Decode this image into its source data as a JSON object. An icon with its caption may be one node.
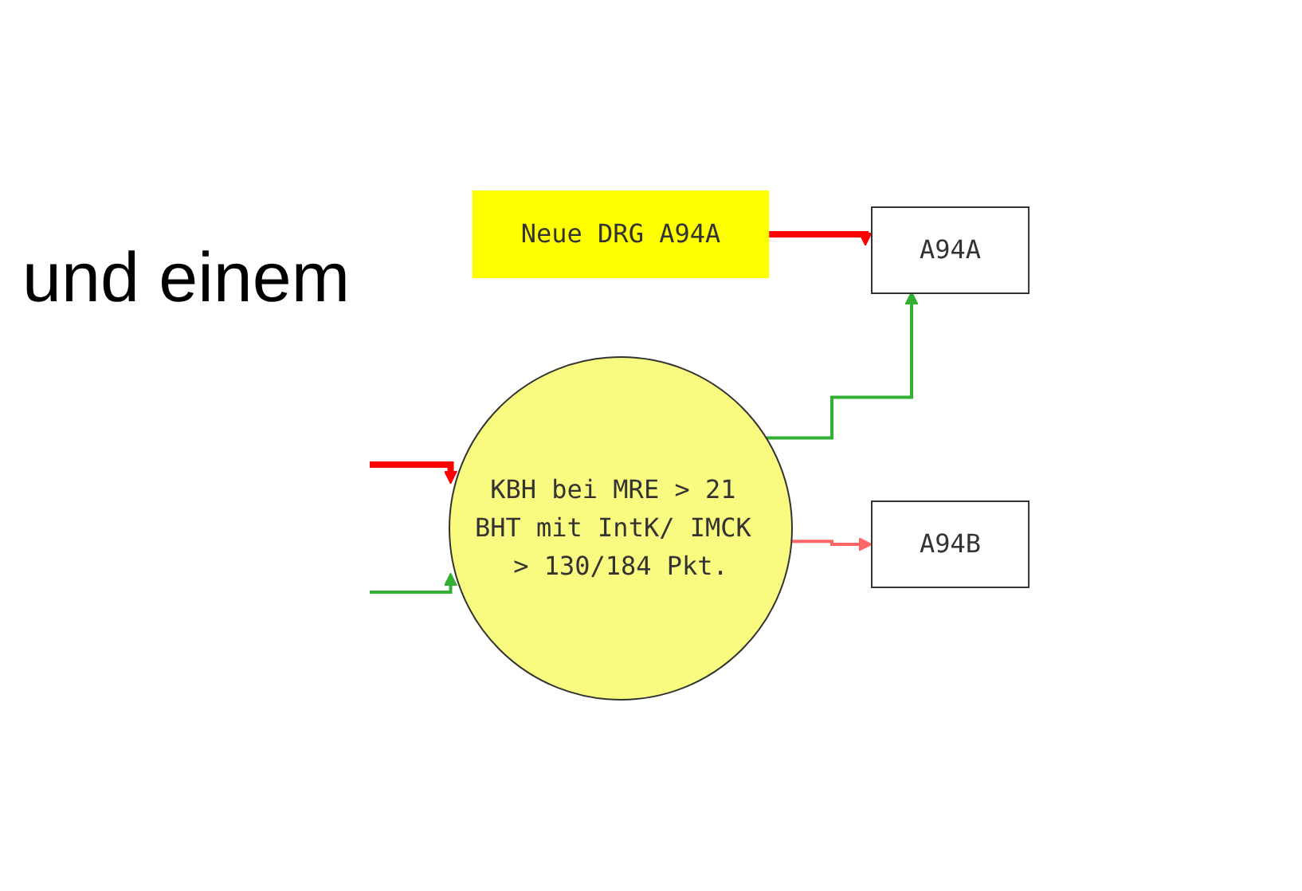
{
  "diagram": {
    "nodes": [
      {
        "text": [
          "Neue DRG A94A"
        ]
      },
      {
        "text": [
          "KBH bei MRE > 21 BHT mit IntK/ IMCK > 130/184 Pkt."
        ]
      },
      {
        "text": [
          "A94A"
        ]
      },
      {
        "text": [
          "A94B"
        ]
      }
    ],
    "edges": [
      {
        "from": 0,
        "to": 2,
        "arrow": "to",
        "style": "thick",
        "color": "#ff0000"
      },
      {
        "from": null,
        "to": 1,
        "arrow": "to",
        "style": "thick",
        "color": "#ff0000"
      },
      {
        "from": null,
        "to": 1,
        "arrow": "to",
        "color": "#33b033"
      },
      {
        "from": 1,
        "to": 2,
        "arrow": "to",
        "color": "#33b033"
      },
      {
        "from": 1,
        "to": 3,
        "arrow": "to",
        "color": "#ff6666"
      }
    ],
    "labels": [
      "und einem"
    ]
  }
}
